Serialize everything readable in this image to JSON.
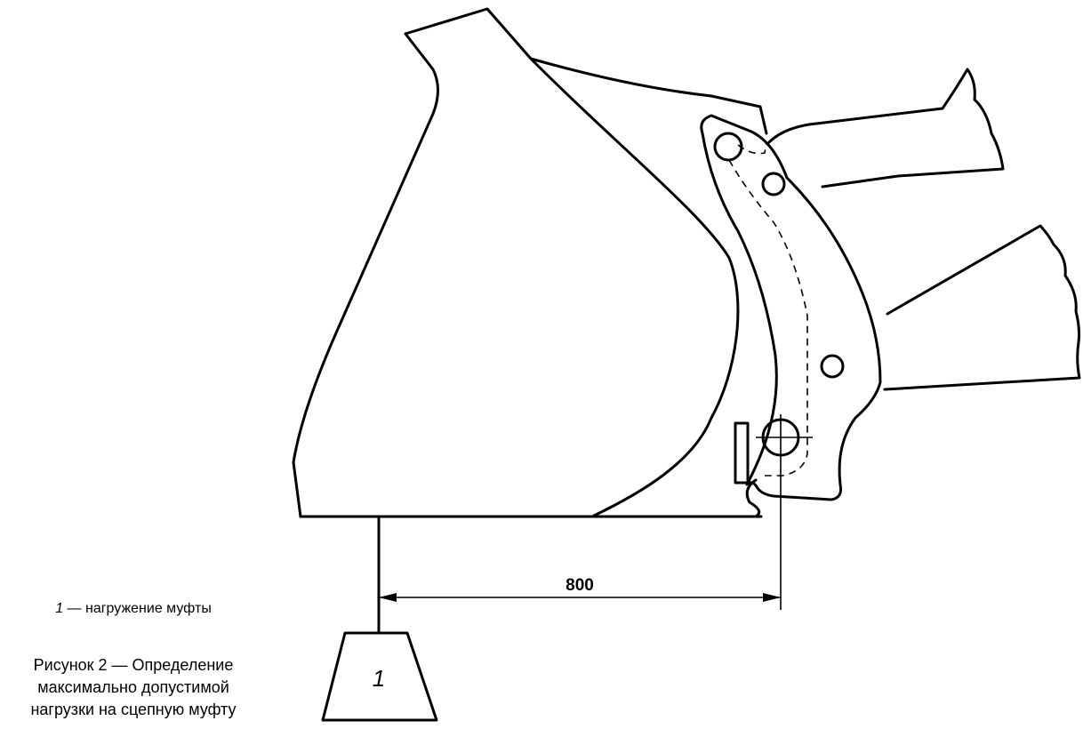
{
  "figure": {
    "dimension_label": "800",
    "load_label": "1"
  },
  "legend": {
    "number": "1",
    "text": " — нагружение муфты"
  },
  "caption": {
    "line1": "Рисунок 2 — Определение",
    "line2": "максимально допустимой",
    "line3": "нагрузки на сцепную муфту"
  }
}
